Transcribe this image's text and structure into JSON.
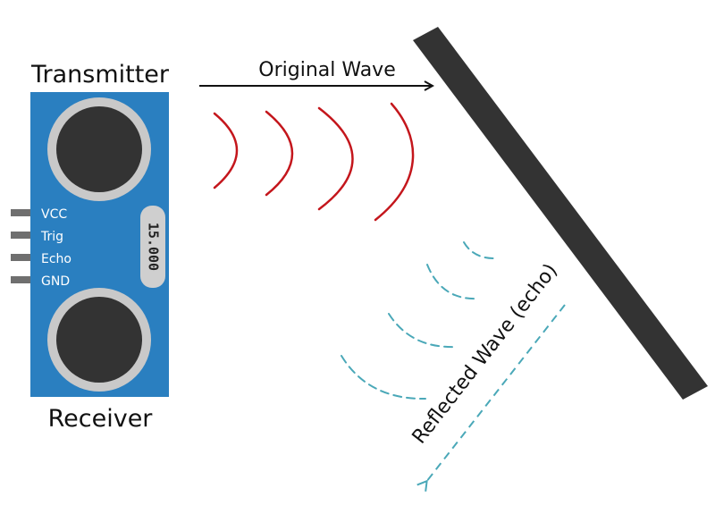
{
  "labels": {
    "transmitter": "Transmitter",
    "receiver": "Receiver",
    "original_wave": "Original Wave",
    "reflected_wave": "Reflected Wave (echo)"
  },
  "sensor": {
    "display": "15.000",
    "pins": [
      "VCC",
      "Trig",
      "Echo",
      "GND"
    ]
  },
  "colors": {
    "board": "#2a7fc0",
    "board_edge": "#1f5f93",
    "transducer_ring": "#c9c9c9",
    "transducer_core": "#333333",
    "original_wave": "#c4161c",
    "reflected_wave": "#4aa8b8",
    "reflector": "#333333"
  }
}
